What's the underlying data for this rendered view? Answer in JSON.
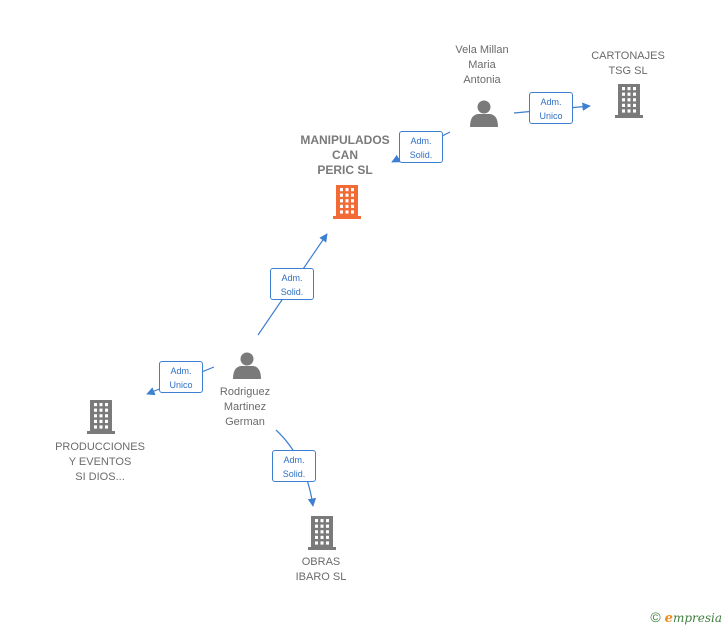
{
  "nodes": {
    "manipulados": {
      "lines": [
        "MANIPULADOS",
        "CAN",
        "PERIC  SL"
      ],
      "kind": "company",
      "color": "#f26a35"
    },
    "vela": {
      "lines": [
        "Vela Millan",
        "Maria",
        "Antonia"
      ],
      "kind": "person",
      "color": "#7a7a7a"
    },
    "cartonajes": {
      "lines": [
        "CARTONAJES",
        "TSG  SL"
      ],
      "kind": "company",
      "color": "#7a7a7a"
    },
    "rodriguez": {
      "lines": [
        "Rodriguez",
        "Martinez",
        "German"
      ],
      "kind": "person",
      "color": "#7a7a7a"
    },
    "producciones": {
      "lines": [
        "PRODUCCIONES",
        "Y EVENTOS",
        "SI DIOS..."
      ],
      "kind": "company",
      "color": "#7a7a7a"
    },
    "obras": {
      "lines": [
        "OBRAS",
        "IBARO SL"
      ],
      "kind": "company",
      "color": "#7a7a7a"
    }
  },
  "edges": [
    {
      "from": "vela",
      "to": "manipulados",
      "label": [
        "Adm.",
        "Solid."
      ]
    },
    {
      "from": "vela",
      "to": "cartonajes",
      "label": [
        "Adm.",
        "Unico"
      ]
    },
    {
      "from": "rodriguez",
      "to": "manipulados",
      "label": [
        "Adm.",
        "Solid."
      ]
    },
    {
      "from": "rodriguez",
      "to": "producciones",
      "label": [
        "Adm.",
        "Unico"
      ]
    },
    {
      "from": "rodriguez",
      "to": "obras",
      "label": [
        "Adm.",
        "Solid."
      ]
    }
  ],
  "colors": {
    "edge": "#3d7fd1",
    "accent": "#f26a35",
    "neutral": "#7a7a7a"
  },
  "brand": {
    "copyright": "©",
    "e": "e",
    "rest": "mpresia"
  }
}
